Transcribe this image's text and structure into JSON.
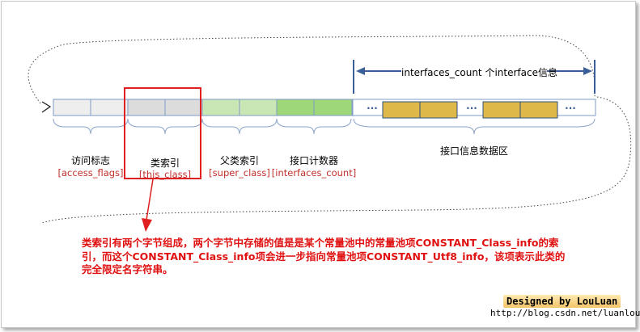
{
  "sections": [
    {
      "name": "访问标志",
      "field": "[access_flags]"
    },
    {
      "name": "类索引",
      "field": "[this_class]"
    },
    {
      "name": "父类索引",
      "field": "[super_class]"
    },
    {
      "name": "接口计数器",
      "field": "[interfaces_count]"
    }
  ],
  "interface_area": {
    "header": "interfaces_count 个interface信息",
    "label": "接口信息数据区",
    "dots": "..."
  },
  "note": "类索引有两个字节组成，两个字节中存储的值是是某个常量池中的常量池项CONSTANT_Class_info的索引，而这个CONSTANT_Class_info项会进一步指向常量池项CONSTANT_Utf8_info，该项表示此类的完全限定名字符串。",
  "credit": {
    "designer": "Designed by LouLuan",
    "url": "http://blog.csdn.net/luanlouis"
  },
  "colors": {
    "access_flags_fill": "#eeeeee",
    "this_class_fill": "#dcdcdc",
    "super_class_fill": "#c9e7b4",
    "interfaces_count_fill": "#9ed67a",
    "interface_entry_fill": "#dfb84a",
    "highlight_box": "#e02020",
    "arrow": "#3a5f98"
  }
}
